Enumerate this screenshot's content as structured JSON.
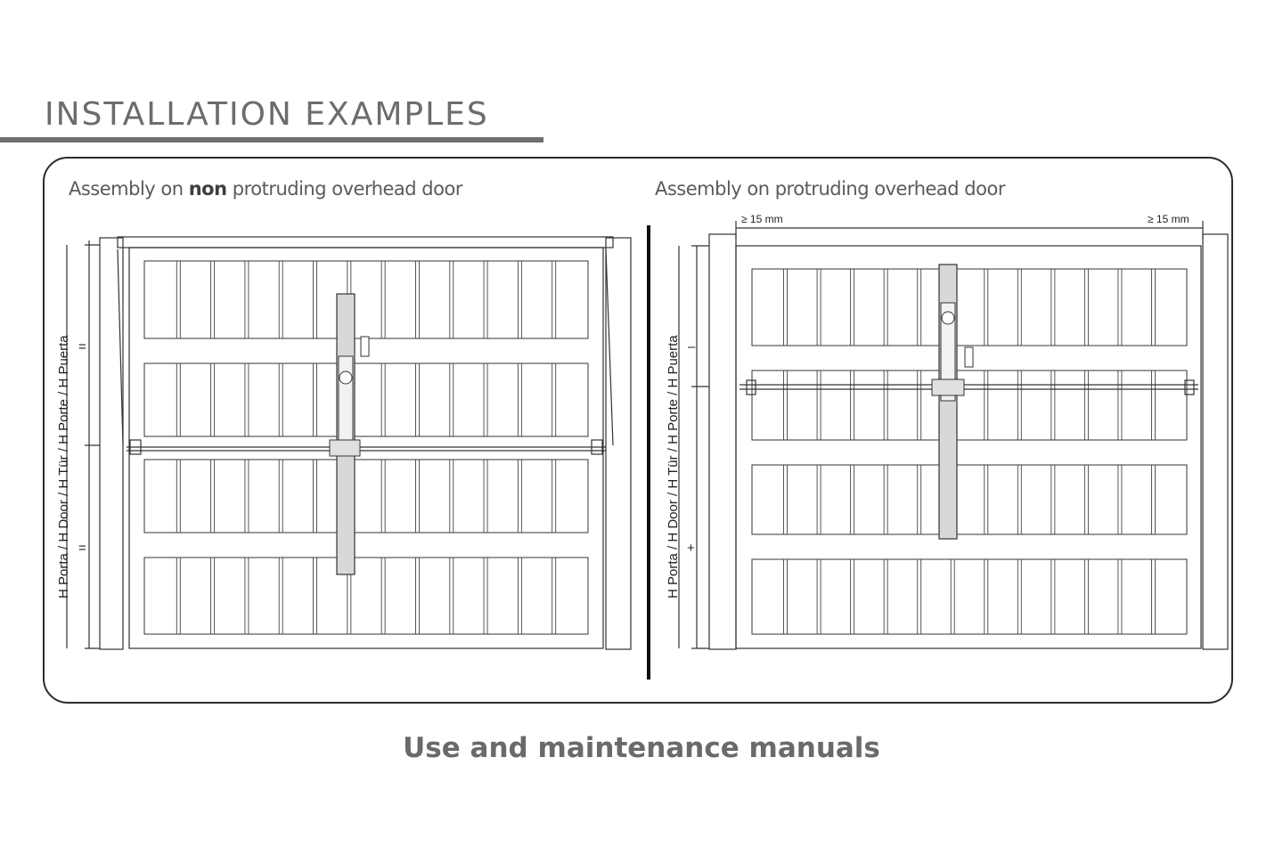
{
  "header": {
    "title": "INSTALLATION EXAMPLES"
  },
  "left_panel": {
    "caption_prefix": "Assembly on ",
    "caption_bold": "non",
    "caption_suffix": " protruding overhead door",
    "height_label": "H Porta / H Door / H Tür / H Porte / H Puerta",
    "marks": [
      "=",
      "="
    ]
  },
  "right_panel": {
    "caption": "Assembly on protruding overhead door",
    "dim_left": "≥ 15 mm",
    "dim_right": "≥ 15 mm",
    "height_label": "H Porta / H Door / H Tür / H Porte / H Puerta",
    "marks": [
      "–",
      "+"
    ]
  },
  "footer": {
    "text": "Use and maintenance manuals"
  },
  "colors": {
    "title": "#6c6c6c",
    "rule": "#6f6f6f",
    "door_fill": "#ececec",
    "line": "#333333"
  }
}
